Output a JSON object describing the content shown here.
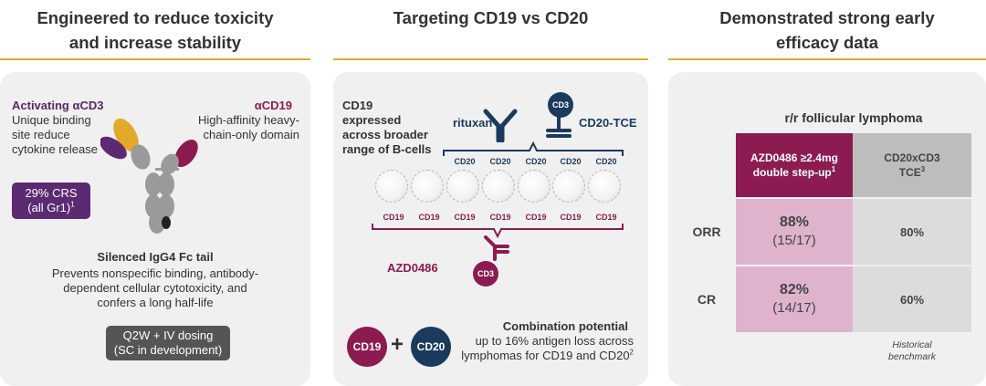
{
  "columns": [
    {
      "title_l1": "Engineered to reduce toxicity",
      "title_l2": "and increase stability"
    },
    {
      "title_l1": "Targeting CD19 vs CD20"
    },
    {
      "title_l1": "Demonstrated strong early",
      "title_l2": "efficacy data"
    }
  ],
  "panel1": {
    "acd3_title": "Activating αCD3",
    "acd3_desc": [
      "Unique binding",
      "site reduce",
      "cytokine release"
    ],
    "acd19_title": "αCD19",
    "acd19_desc": [
      "High-affinity heavy-",
      "chain-only domain"
    ],
    "crs_l1": "29% CRS",
    "crs_l2": "(all Gr1)",
    "crs_sup": "1",
    "fc_title": "Silenced IgG4 Fc tail",
    "fc_desc": [
      "Prevents nonspecific binding, antibody-",
      "dependent cellular cytotoxicity, and",
      "confers a long half-life"
    ],
    "dosing_l1": "Q2W + IV dosing",
    "dosing_l2": "(SC in development)"
  },
  "panel2": {
    "cd19_expr": [
      "CD19",
      "expressed",
      "across broader",
      "range of B-cells"
    ],
    "rituxan": "rituxan",
    "cd3_top": "CD3",
    "cd20_tce": "CD20-TCE",
    "cd20_label": "CD20",
    "cd19_label": "CD19",
    "azd": "AZD0486",
    "cd3_bottom": "CD3",
    "badge_cd19": "CD19",
    "badge_cd20": "CD20",
    "plus": "+",
    "combo_title": "Combination potential",
    "combo_desc": [
      "up to 16% antigen loss across",
      "lymphomas for CD19 and CD20"
    ],
    "combo_sup": "2"
  },
  "panel3": {
    "table_title": "r/r follicular lymphoma",
    "header_azd": [
      "AZD0486 ≥2.4mg",
      "double step-up"
    ],
    "header_azd_sup": "1",
    "header_tce": [
      "CD20xCD3",
      "TCE"
    ],
    "header_tce_sup": "3",
    "rows": [
      {
        "label": "ORR",
        "azd_pct": "88%",
        "azd_n": "(15/17)",
        "tce": "80%"
      },
      {
        "label": "CR",
        "azd_pct": "82%",
        "azd_n": "(14/17)",
        "tce": "60%"
      }
    ],
    "footnote": [
      "Historical",
      "benchmark"
    ]
  },
  "colors": {
    "gold": "#e3a92b",
    "purple": "#5c2a72",
    "magenta": "#8c1b52",
    "navy": "#1a3a5e",
    "pink": "#dfb3cd",
    "grey": "#bdbdbd"
  }
}
